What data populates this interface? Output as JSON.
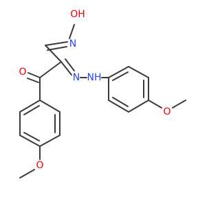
{
  "atoms": {
    "o_hydroxyl": {
      "text": "OH",
      "color": "#e8000b"
    },
    "n_oxime": {
      "text": "N",
      "color": "#2b45e8"
    },
    "o_ketone": {
      "text": "O",
      "color": "#e8000b"
    },
    "n_hydrazone": {
      "text": "N",
      "color": "#2b45e8"
    },
    "nh_hydrazone": {
      "text": "NH",
      "color": "#2b45e8"
    },
    "o_ether_right": {
      "text": "O",
      "color": "#e8000b"
    },
    "o_ether_left": {
      "text": "O",
      "color": "#e8000b"
    }
  },
  "colors": {
    "bond": "#3a3a3a",
    "background": "#ffffff"
  }
}
